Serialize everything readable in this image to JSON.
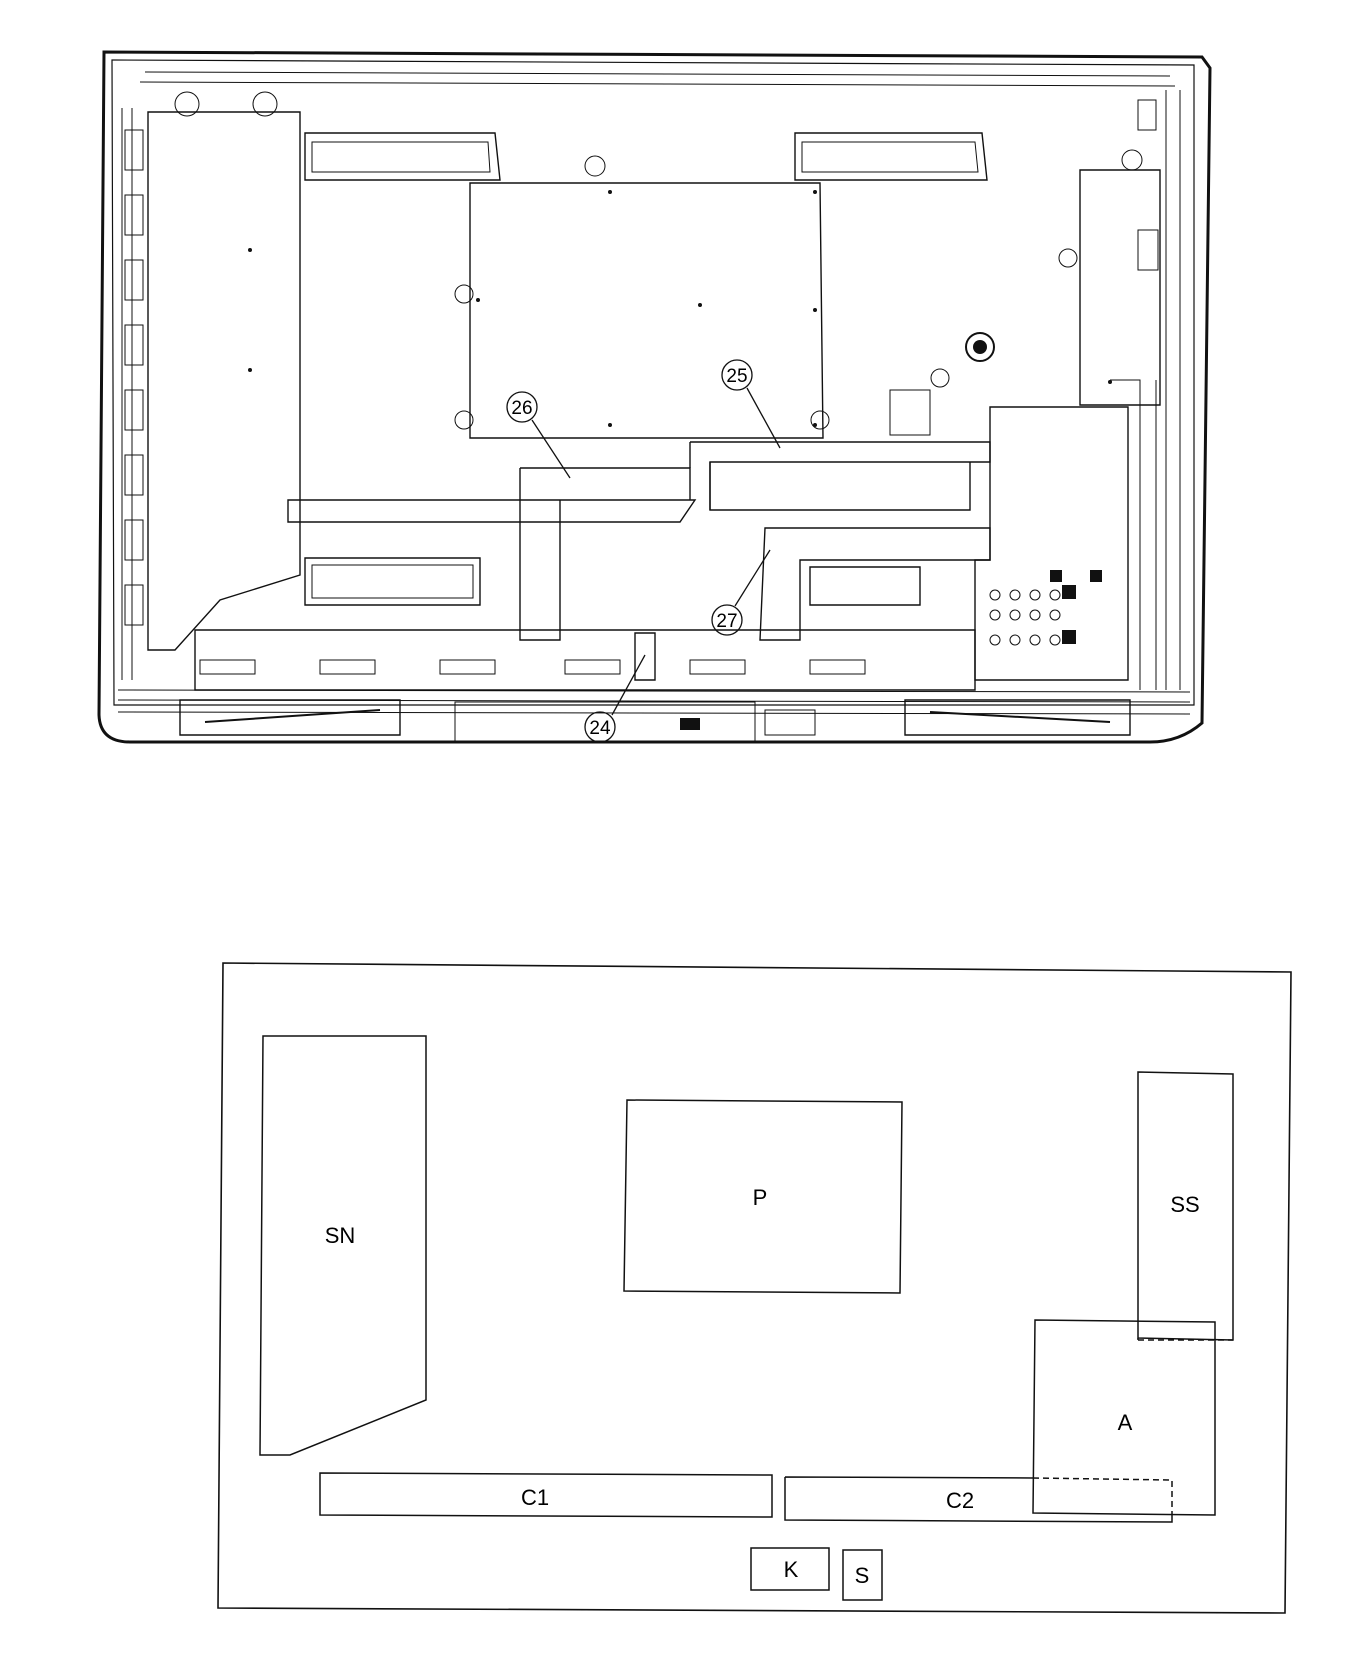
{
  "exploded_view": {
    "callouts": [
      {
        "id": "callout-24",
        "label": "24"
      },
      {
        "id": "callout-25",
        "label": "25"
      },
      {
        "id": "callout-26",
        "label": "26"
      },
      {
        "id": "callout-27",
        "label": "27"
      }
    ]
  },
  "board_layout": {
    "boards": [
      {
        "id": "board-sn",
        "label": "SN"
      },
      {
        "id": "board-p",
        "label": "P"
      },
      {
        "id": "board-ss",
        "label": "SS"
      },
      {
        "id": "board-a",
        "label": "A"
      },
      {
        "id": "board-c1",
        "label": "C1"
      },
      {
        "id": "board-c2",
        "label": "C2"
      },
      {
        "id": "board-k",
        "label": "K"
      },
      {
        "id": "board-s",
        "label": "S"
      }
    ]
  },
  "colors": {
    "line": "#111111",
    "background": "#ffffff"
  }
}
